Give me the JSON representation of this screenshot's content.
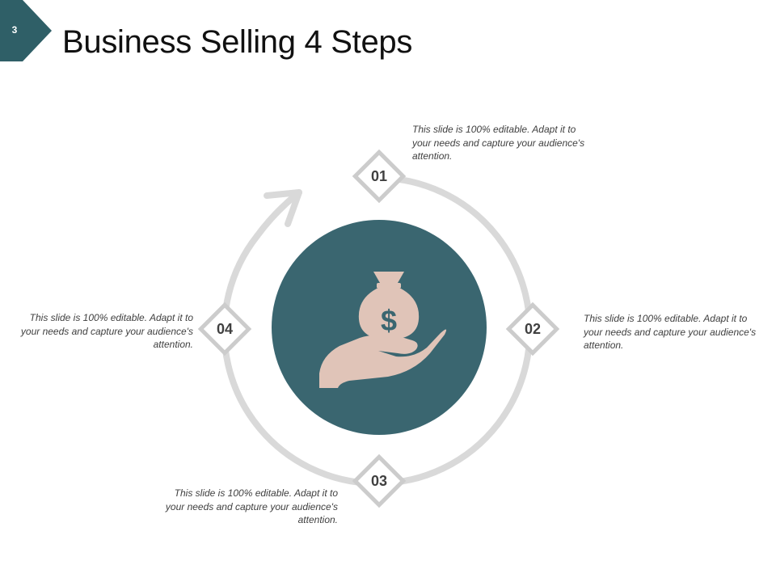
{
  "slide": {
    "number": "3",
    "badge_color": "#2f5f67"
  },
  "title": "Business Selling 4 Steps",
  "colors": {
    "circle": "#3a6670",
    "ring": "#d9d9d9",
    "diamond_border": "#cccccc",
    "icon": "#e0c4b8",
    "text": "#404040"
  },
  "center_icon": "money-bag-in-hand-icon",
  "steps": [
    {
      "number": "01",
      "description": "This slide is 100% editable. Adapt it to your needs and capture your audience's attention."
    },
    {
      "number": "02",
      "description": "This slide is 100% editable. Adapt it to your needs and capture your audience's attention."
    },
    {
      "number": "03",
      "description": "This slide is 100% editable. Adapt it to your needs and capture your audience's attention."
    },
    {
      "number": "04",
      "description": "This slide is 100% editable. Adapt it to your needs and capture your audience's attention."
    }
  ]
}
